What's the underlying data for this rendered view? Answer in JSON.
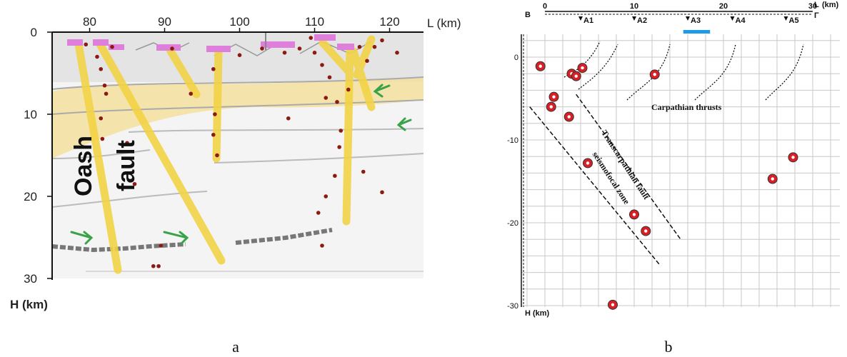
{
  "panel_a": {
    "x_axis_label": "L (km)",
    "y_axis_label": "H (km)",
    "x_ticks": [
      80,
      90,
      100,
      110,
      120
    ],
    "y_ticks": [
      0,
      10,
      20,
      30
    ],
    "fault_label_1": "Oash",
    "fault_label_2": "fault",
    "caption": "a"
  },
  "panel_b": {
    "corner_left": "B",
    "corner_right": "Γ",
    "x_axis_label": "L",
    "x_axis_unit": "(km)",
    "y_axis_label": "H",
    "y_axis_unit": "(km)",
    "x_ticks": [
      0,
      10,
      20,
      30
    ],
    "y_ticks": [
      0,
      -10,
      -20,
      -30
    ],
    "stations": [
      {
        "label": "A1",
        "x": 4
      },
      {
        "label": "A2",
        "x": 10
      },
      {
        "label": "A3",
        "x": 16
      },
      {
        "label": "A4",
        "x": 21
      },
      {
        "label": "A5",
        "x": 27
      }
    ],
    "blue_marker": {
      "from": 15.5,
      "to": 18.5
    },
    "annotation_thrusts": "Carpathian thrusts",
    "annotation_fault": "Transcarpathian fault",
    "annotation_zone": "seismofocal zone",
    "caption": "b",
    "accent_color": "#d81f26",
    "marker_color": "#1e9be8"
  },
  "chart_data": [
    {
      "type": "scatter",
      "panel": "a",
      "xlabel": "L (km)",
      "ylabel": "H (km)",
      "xlim": [
        75,
        123
      ],
      "ylim": [
        0,
        30
      ],
      "y_inverted": true,
      "series": [
        {
          "values": [
            [
              79.5,
              1.5
            ],
            [
              81,
              3
            ],
            [
              81.5,
              4.5
            ],
            [
              82,
              6.5
            ],
            [
              82.2,
              7.5
            ],
            [
              81.5,
              10.5
            ],
            [
              81.7,
              13
            ],
            [
              83,
              1.8
            ],
            [
              85,
              13.5
            ],
            [
              86,
              18.5
            ],
            [
              89.5,
              26
            ],
            [
              88.5,
              28.5
            ],
            [
              89.2,
              28.5
            ],
            [
              91,
              2
            ],
            [
              93.5,
              7.5
            ],
            [
              96.5,
              4.5
            ],
            [
              96.7,
              10
            ],
            [
              96.5,
              12.5
            ],
            [
              97,
              15
            ],
            [
              100,
              2.8
            ],
            [
              103,
              2
            ],
            [
              106,
              2.5
            ],
            [
              106.5,
              10.5
            ],
            [
              108,
              2
            ],
            [
              109.5,
              0.7
            ],
            [
              110,
              2.5
            ],
            [
              111,
              4
            ],
            [
              112,
              5.5
            ],
            [
              111.5,
              8
            ],
            [
              113,
              8.5
            ],
            [
              113.5,
              12
            ],
            [
              113.3,
              14
            ],
            [
              112.7,
              17.5
            ],
            [
              111.5,
              20
            ],
            [
              110.5,
              22
            ],
            [
              111,
              26
            ],
            [
              114.5,
              7
            ],
            [
              116,
              1.8
            ],
            [
              117,
              3.5
            ],
            [
              118,
              1.8
            ],
            [
              119,
              1
            ],
            [
              121,
              2.5
            ],
            [
              116.5,
              17
            ],
            [
              119,
              19.5
            ]
          ]
        }
      ]
    },
    {
      "type": "scatter",
      "panel": "b",
      "xlabel": "L (km)",
      "ylabel": "H (km)",
      "xlim": [
        0,
        30
      ],
      "ylim": [
        -30,
        2
      ],
      "series": [
        {
          "values": [
            [
              -0.5,
              -1.1
            ],
            [
              3.0,
              -2.0
            ],
            [
              3.5,
              -2.3
            ],
            [
              4.2,
              -1.3
            ],
            [
              12.3,
              -2.1
            ],
            [
              1.0,
              -4.8
            ],
            [
              0.7,
              -6.0
            ],
            [
              2.7,
              -7.2
            ],
            [
              4.8,
              -12.8
            ],
            [
              10.0,
              -19.0
            ],
            [
              11.3,
              -21.0
            ],
            [
              7.6,
              -29.9
            ],
            [
              25.5,
              -14.7
            ],
            [
              27.8,
              -12.1
            ]
          ]
        }
      ]
    }
  ]
}
